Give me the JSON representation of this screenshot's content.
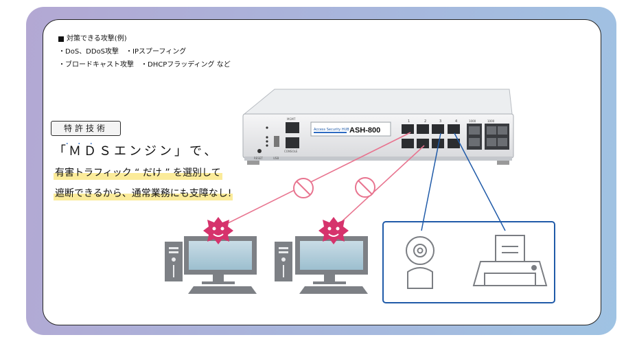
{
  "attacks": {
    "heading": "対策できる攻撃(例)",
    "line1": "・DoS、DDoS攻撃　・IPスプーフィング",
    "line2": "・ブロードキャスト攻撃　・DHCPフラッディング など"
  },
  "badge": "特許技術",
  "engine": {
    "emphasis_dots": "･･･",
    "title": "「ＭＤＳエンジン」で、"
  },
  "highlight": {
    "line1": "有害トラフィック “ だけ ” を選別して",
    "line2": "遮断できるから、通常業務にも支障なし!"
  },
  "device": {
    "brand": "Access Security HUB",
    "model": "ASH-800",
    "port_numbers": [
      "1",
      "2",
      "3",
      "4"
    ],
    "uplink_labels": [
      "1000",
      "1000"
    ],
    "panel_labels": {
      "mgmt": "MGMT",
      "console": "CONSOLE",
      "reset": "RESET",
      "usb": "USB"
    }
  },
  "colors": {
    "frame_gradient": [
      "#b3a8d3",
      "#9fc3e3"
    ],
    "attack_line": "#e8748f",
    "virus": "#d6336c",
    "device_line": "#1f5aa8",
    "highlight": "#fbeb9a"
  },
  "icons": [
    "virus-icon",
    "block-icon",
    "computer-icon",
    "webcam-icon",
    "printer-icon"
  ]
}
